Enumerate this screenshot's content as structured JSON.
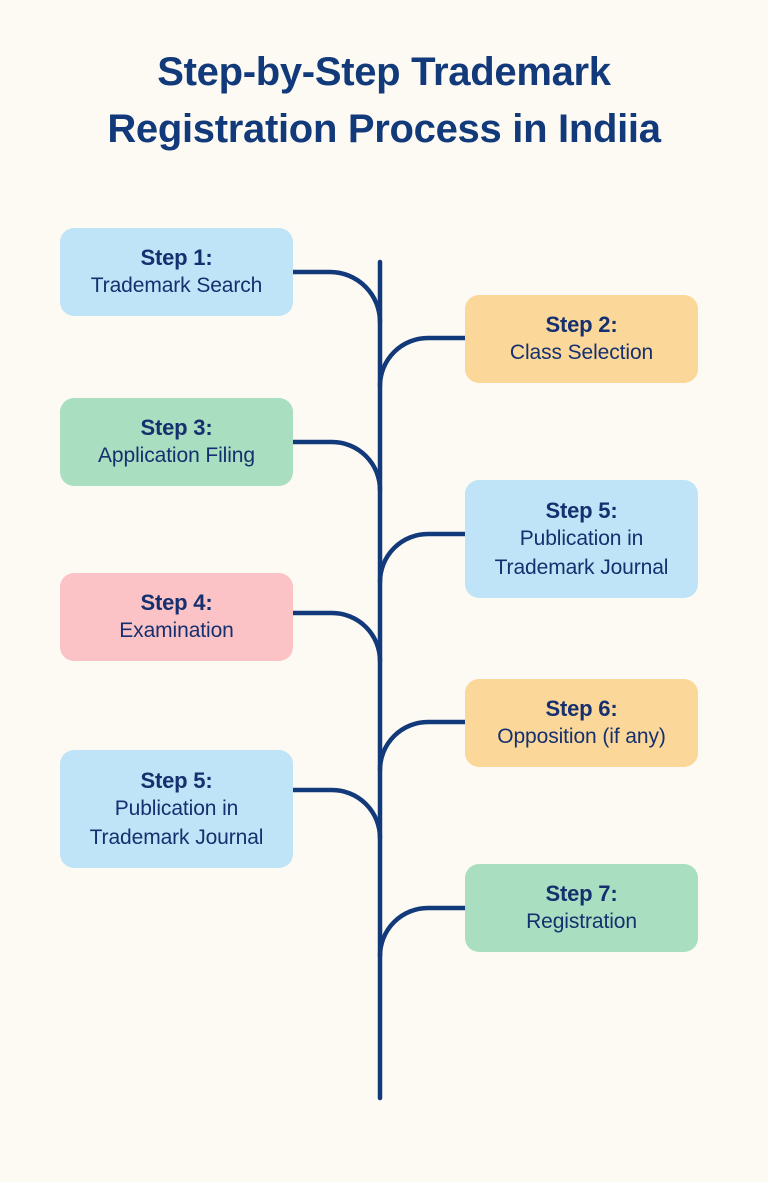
{
  "page": {
    "background_color": "#fdfaf4",
    "title_color": "#123a7a",
    "connector_color": "#123a7a",
    "text_color": "#14306e"
  },
  "title": {
    "line1": "Step-by-Step Trademark",
    "line2": "Registration Process in Indiia",
    "full": "Step-by-Step Trademark Registration Process in Indiia"
  },
  "palette": {
    "blue": "#bfe4f7",
    "orange": "#fbd79a",
    "green": "#a9dfc0",
    "pink": "#fbc3c6",
    "navy": "#123a7a"
  },
  "steps": [
    {
      "id": "step-1",
      "side": "left",
      "head": "Step 1:",
      "body_lines": [
        "Trademark Search"
      ],
      "color": "#bfe4f7",
      "color_name": "blue"
    },
    {
      "id": "step-2",
      "side": "right",
      "head": "Step 2:",
      "body_lines": [
        "Class Selection"
      ],
      "color": "#fbd79a",
      "color_name": "orange"
    },
    {
      "id": "step-3",
      "side": "left",
      "head": "Step 3:",
      "body_lines": [
        "Application Filing"
      ],
      "color": "#a9dfc0",
      "color_name": "green"
    },
    {
      "id": "step-5-right",
      "side": "right",
      "head": "Step 5:",
      "body_lines": [
        "Publication in",
        "Trademark Journal"
      ],
      "color": "#bfe4f7",
      "color_name": "blue"
    },
    {
      "id": "step-4",
      "side": "left",
      "head": "Step 4:",
      "body_lines": [
        "Examination"
      ],
      "color": "#fbc3c6",
      "color_name": "pink"
    },
    {
      "id": "step-6",
      "side": "right",
      "head": "Step 6:",
      "body_lines": [
        "Opposition (if any)"
      ],
      "color": "#fbd79a",
      "color_name": "orange"
    },
    {
      "id": "step-5-left",
      "side": "left",
      "head": "Step 5:",
      "body_lines": [
        "Publication in",
        "Trademark Journal"
      ],
      "color": "#bfe4f7",
      "color_name": "blue"
    },
    {
      "id": "step-7",
      "side": "right",
      "head": "Step 7:",
      "body_lines": [
        "Registration"
      ],
      "color": "#a9dfc0",
      "color_name": "green"
    }
  ]
}
